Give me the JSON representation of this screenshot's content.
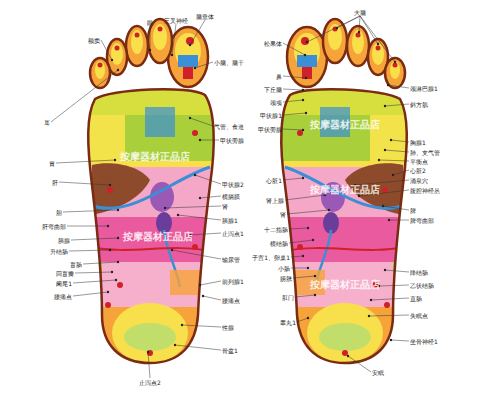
{
  "diagram": {
    "labels": [
      "额窦",
      "眼",
      "三叉神经",
      "脑垂体",
      "小脑、脑干",
      "耳",
      "气管、食道",
      "甲状旁腺",
      "胃",
      "肝",
      "胆",
      "肝弯曲部",
      "胰腺",
      "升结肠",
      "盲肠",
      "回盲瓣",
      "阑尾1",
      "腰痛点",
      "甲状腺2",
      "横膈膜",
      "肾",
      "胰腺1",
      "止泻点1",
      "输尿管",
      "前列腺1",
      "腰痛点",
      "性腺",
      "骨盆1",
      "止泻点2",
      "大脑",
      "松果体",
      "鼻",
      "下丘脑",
      "颈项",
      "甲状腺1",
      "甲状旁腺",
      "心脏1",
      "肾上腺",
      "肾",
      "十二指肠",
      "横结肠",
      "子宫1、卵巢1",
      "小肠",
      "膀胱",
      "肛门",
      "睾丸1",
      "颈淋巴腺1",
      "斜方肌",
      "胸腺1",
      "肺、支气管",
      "平衡点",
      "心脏2",
      "涌泉穴",
      "腹腔神经丛",
      "脾",
      "脾弯曲部",
      "降结肠",
      "乙状结肠",
      "直肠",
      "失眠点",
      "坐骨神经1",
      "安眠",
      "按摩器材正品店",
      "按摩器材正品店",
      "按摩器材正品店",
      "按摩器材正品店",
      "按摩器材正品店"
    ]
  }
}
